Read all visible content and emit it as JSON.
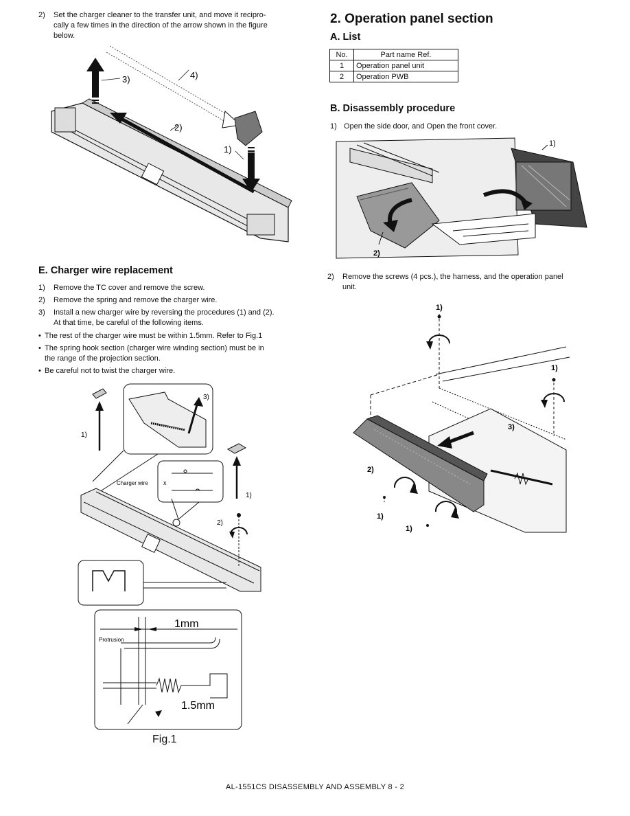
{
  "left": {
    "step2": {
      "num": "2)",
      "line1": "Set the charger cleaner to the transfer unit, and move it recipro-",
      "line2": "cally a few times in the direction of the arrow  shown in the figure",
      "line3": "below."
    },
    "fig1_labels": {
      "a": "3)",
      "b": "4)",
      "c": "2)",
      "d": "1)"
    },
    "sectionE": {
      "title": "E. Charger wire replacement",
      "steps": [
        {
          "num": "1)",
          "text": "Remove the TC cover and remove the screw."
        },
        {
          "num": "2)",
          "text": "Remove the spring and remove the charger wire."
        },
        {
          "num": "3)",
          "text": "Install a new charger wire by reversing the procedures (1) and (2).",
          "text2": "At that time, be careful of the following items."
        }
      ],
      "bullets": [
        {
          "text": "The rest of the charger wire must be within 1.5mm. Refer to Fig.1"
        },
        {
          "text": "The spring hook section (charger wire winding section) must be in",
          "text2": "the range of the projection section."
        },
        {
          "text": "Be careful not to twist the charger wire."
        }
      ]
    },
    "fig2_labels": {
      "one_left": "1)",
      "three": "3)",
      "charger_wire": "Charger wire",
      "x_mark": "x",
      "one_right": "1)",
      "two": "2)"
    },
    "fig3": {
      "dim1": "1mm",
      "protrusion": "Protrusion",
      "dim2": "1.5mm",
      "caption": "Fig.1"
    }
  },
  "right": {
    "section2": {
      "title": "2. Operation panel section"
    },
    "list": {
      "title": "A. List",
      "headers": [
        "No.",
        "Part name Ref."
      ],
      "rows": [
        {
          "no": "1",
          "name": "Operation panel unit"
        },
        {
          "no": "2",
          "name": "Operation PWB"
        }
      ]
    },
    "disassembly": {
      "title": "B. Disassembly procedure",
      "step1": {
        "num": "1)",
        "text": "Open the side door, and Open the front cover."
      },
      "fig_labels": {
        "a": "1)",
        "b": "2)"
      },
      "step2": {
        "num": "2)",
        "text": "Remove the screws (4 pcs.), the harness, and the operation panel",
        "text2": "unit."
      },
      "fig2_labels": {
        "top": "1)",
        "right": "1)",
        "three": "3)",
        "two": "2)",
        "lower_left": "1)",
        "bottom": "1)"
      }
    }
  },
  "footer": {
    "text": "AL-1551CS DISASSEMBLY AND ASSEMBLY 8 - 2"
  }
}
